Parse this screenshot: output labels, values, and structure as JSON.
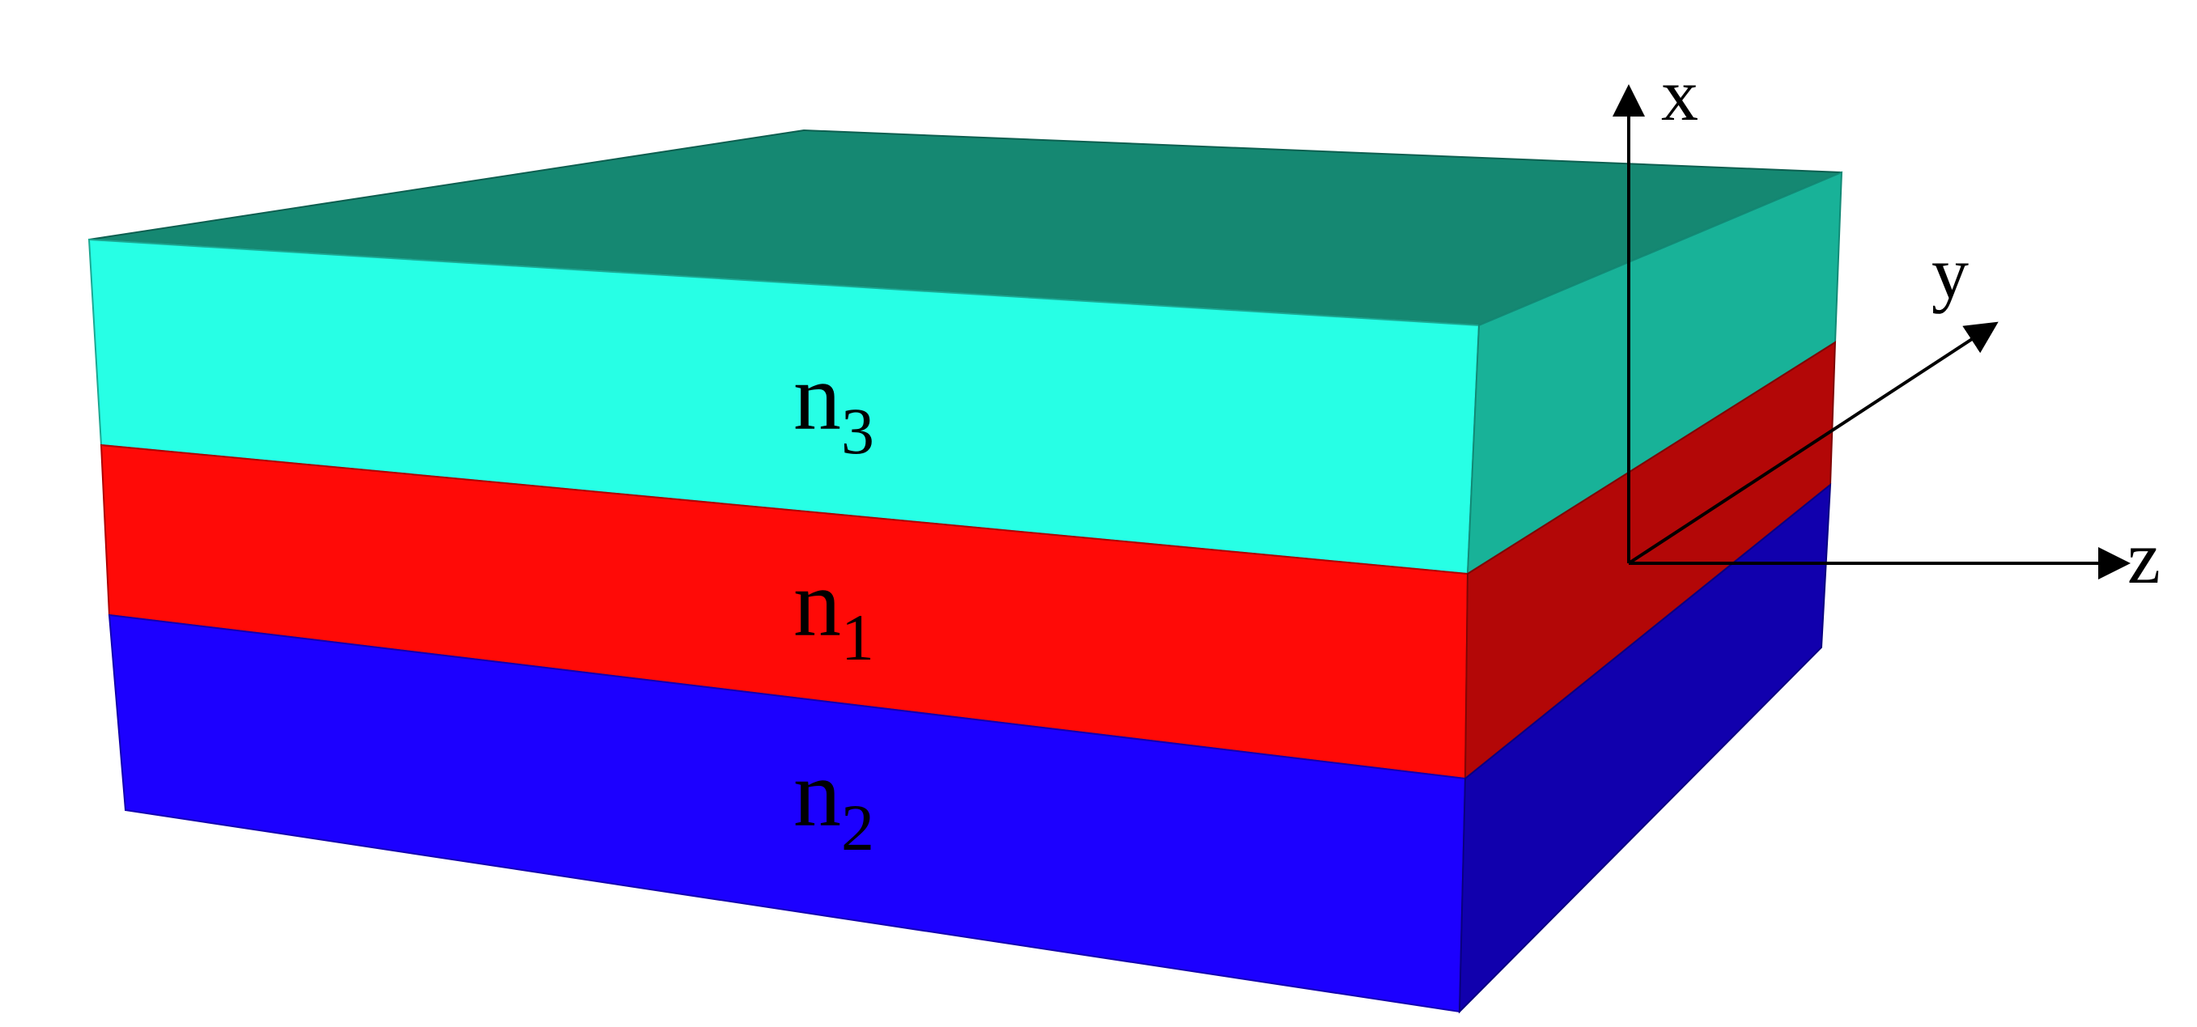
{
  "layers": [
    {
      "name": "top-layer",
      "symbol": "n",
      "subscript": "3",
      "front_color": "#27FFE5",
      "side_color": "#18B298",
      "top_color": "#158872"
    },
    {
      "name": "middle-layer",
      "symbol": "n",
      "subscript": "1",
      "front_color": "#FF0A07",
      "side_color": "#B30707"
    },
    {
      "name": "bottom-layer",
      "symbol": "n",
      "subscript": "2",
      "front_color": "#1C00FF",
      "side_color": "#1100AD"
    }
  ],
  "axes": {
    "x_label": "x",
    "y_label": "y",
    "z_label": "z",
    "color": "#000000"
  }
}
